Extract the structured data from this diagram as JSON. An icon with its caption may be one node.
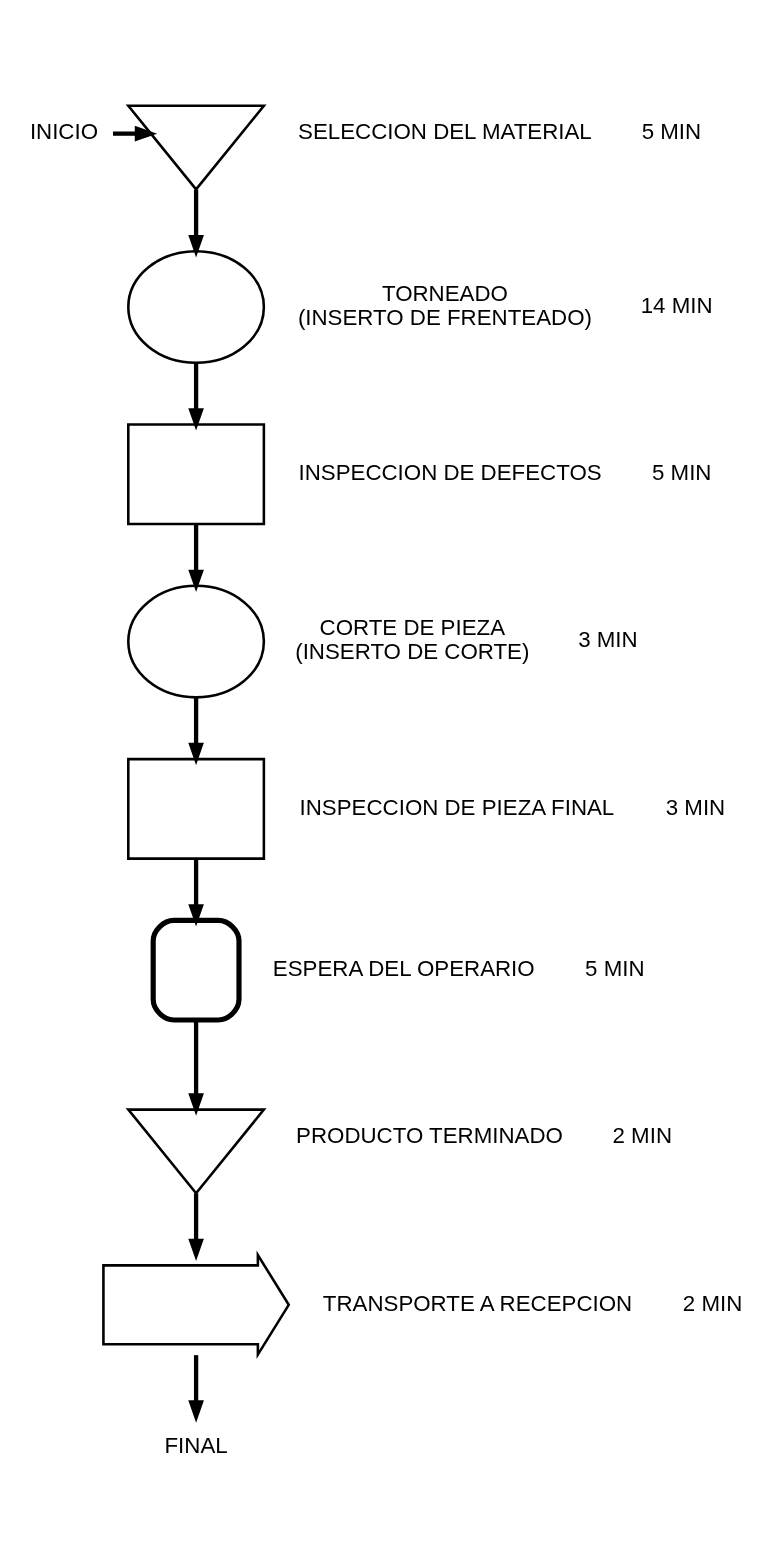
{
  "diagram": {
    "nodes": [
      {
        "text": [
          "INICIO"
        ]
      },
      {
        "text": [],
        "shape": "triangle",
        "beside": [
          "SELECCION DEL MATERIAL",
          "5 MIN"
        ]
      },
      {
        "text": [],
        "shape": "circle",
        "beside": [
          "TORNEADO (INSERTO DE FRENTEADO)",
          "14 MIN"
        ]
      },
      {
        "text": [],
        "shape": "box",
        "beside": [
          "INSPECCION DE DEFECTOS",
          "5 MIN"
        ]
      },
      {
        "text": [],
        "shape": "circle",
        "beside": [
          "CORTE DE PIEZA (INSERTO DE CORTE)",
          "3 MIN"
        ]
      },
      {
        "text": [],
        "shape": "box",
        "beside": [
          "INSPECCION DE PIEZA FINAL",
          "3 MIN"
        ]
      },
      {
        "text": [],
        "shape": "delay",
        "beside": [
          "ESPERA DEL OPERARIO",
          "5 MIN"
        ]
      },
      {
        "text": [],
        "shape": "triangle",
        "beside": [
          "PRODUCTO TERMINADO",
          "2 MIN"
        ]
      },
      {
        "text": [],
        "shape": "arrow",
        "beside": [
          "TRANSPORTE A RECEPCION",
          "2 MIN"
        ]
      },
      {
        "text": [
          "FINAL"
        ]
      }
    ],
    "edges": [
      {
        "from": 0,
        "to": 1,
        "arrow": "to"
      },
      {
        "from": 1,
        "to": 2,
        "arrow": "to"
      },
      {
        "from": 2,
        "to": 3,
        "arrow": "to"
      },
      {
        "from": 3,
        "to": 4,
        "arrow": "to"
      },
      {
        "from": 4,
        "to": 5,
        "arrow": "to"
      },
      {
        "from": 5,
        "to": 6,
        "arrow": "to"
      },
      {
        "from": 6,
        "to": 7,
        "arrow": "to"
      },
      {
        "from": 7,
        "to": 8,
        "arrow": "to"
      },
      {
        "from": 8,
        "to": 9,
        "arrow": "to"
      }
    ]
  }
}
